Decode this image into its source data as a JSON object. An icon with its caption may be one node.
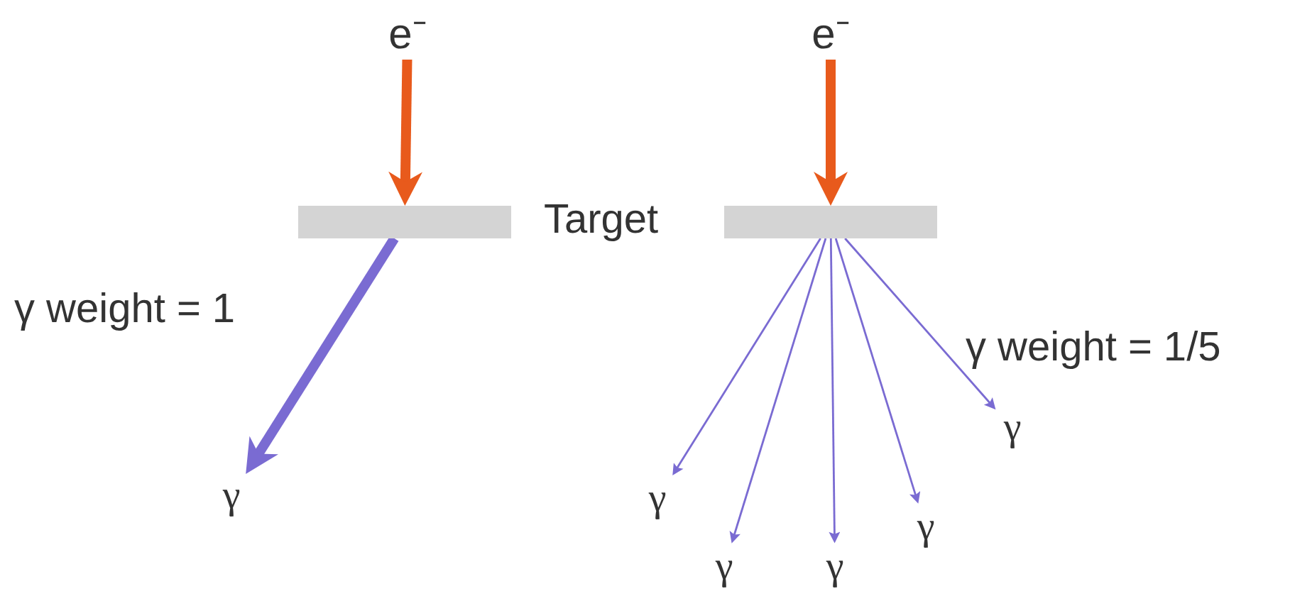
{
  "diagram": {
    "nodes": [
      {
        "text": [
          "e⁻"
        ]
      },
      {
        "text": [],
        "shape": "bar"
      },
      {
        "text": [
          "γ"
        ]
      },
      {
        "text": [
          "e⁻"
        ]
      },
      {
        "text": [],
        "shape": "bar"
      },
      {
        "text": [
          "γ"
        ]
      },
      {
        "text": [
          "γ"
        ]
      },
      {
        "text": [
          "γ"
        ]
      },
      {
        "text": [
          "γ"
        ]
      },
      {
        "text": [
          "γ"
        ]
      }
    ],
    "edges": [
      {
        "from": 0,
        "to": 1,
        "arrow": "to",
        "style": "thick",
        "color": "#e85a1c"
      },
      {
        "from": 1,
        "to": 2,
        "arrow": "to",
        "style": "thick"
      },
      {
        "from": 3,
        "to": 4,
        "arrow": "to",
        "style": "thick",
        "color": "#e85a1c"
      },
      {
        "from": 4,
        "to": 5,
        "arrow": "to"
      },
      {
        "from": 4,
        "to": 6,
        "arrow": "to"
      },
      {
        "from": 4,
        "to": 7,
        "arrow": "to"
      },
      {
        "from": 4,
        "to": 8,
        "arrow": "to"
      },
      {
        "from": 4,
        "to": 9,
        "arrow": "to"
      }
    ],
    "labels": [
      "Target",
      "γ weight = 1",
      "γ weight = 1/5"
    ]
  }
}
